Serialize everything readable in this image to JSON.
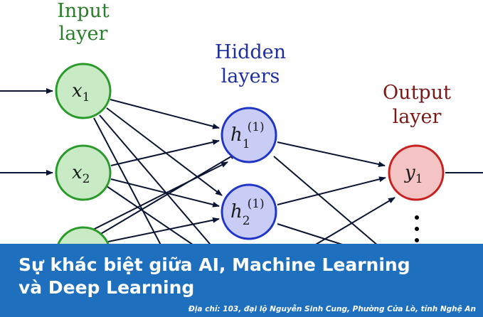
{
  "colors": {
    "input": "#2a7d2a",
    "hidden": "#1f2f9e",
    "output": "#7a1818",
    "banner": "#1f6fbf"
  },
  "layers": {
    "input_label_line1": "Input",
    "input_label_line2": "layer",
    "hidden_label_line1": "Hidden",
    "hidden_label_line2": "layers",
    "output_label_line1": "Output",
    "output_label_line2": "layer"
  },
  "nodes": {
    "x1": {
      "var": "x",
      "sub": "1"
    },
    "x2": {
      "var": "x",
      "sub": "2"
    },
    "h1": {
      "var": "h",
      "sub": "1",
      "sup": "(1)"
    },
    "h2": {
      "var": "h",
      "sub": "2",
      "sup": "(1)"
    },
    "y1": {
      "var": "y",
      "sub": "1"
    }
  },
  "ellipsis": "⋮",
  "banner": {
    "title": "Sự khác biệt giữa AI, Machine Learning\nvà Deep Learning",
    "address": "Địa chỉ:  103, đại lộ Nguyễn Sinh Cung, Phường Cửa Lò, tỉnh Nghệ An"
  }
}
